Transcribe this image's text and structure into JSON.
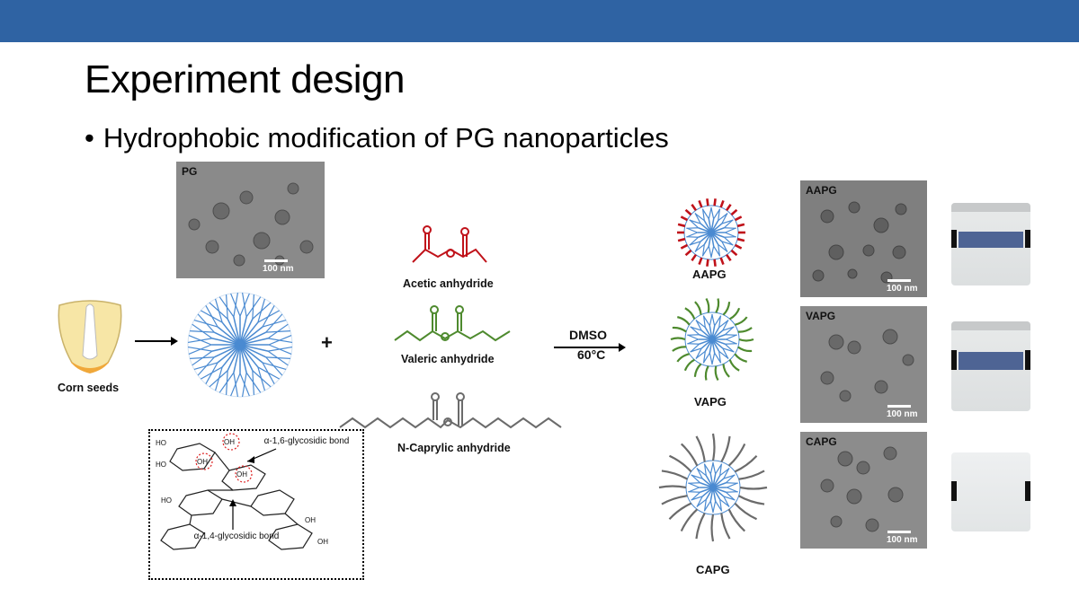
{
  "slide": {
    "title": "Experiment design",
    "bullet": "Hydrophobic modification of PG nanoparticles"
  },
  "left": {
    "pg_label": "PG",
    "pg_scale": "100 nm",
    "corn_label": "Corn seeds",
    "plus": "+"
  },
  "reagents": {
    "acetic": "Acetic anhydride",
    "valeric": "Valeric anhydride",
    "caprylic": "N-Caprylic anhydride"
  },
  "reaction": {
    "solvent": "DMSO",
    "temperature": "60°C"
  },
  "structure": {
    "bond_16": "α-1,6-glycosidic bond",
    "bond_14": "α-1,4-glycosidic bond",
    "oh": "OH",
    "ho": "HO"
  },
  "products": [
    {
      "name": "AAPG",
      "tem_label": "AAPG",
      "scale": "100 nm",
      "color": "#c0121a"
    },
    {
      "name": "VAPG",
      "tem_label": "VAPG",
      "scale": "100 nm",
      "color": "#4e8a2e"
    },
    {
      "name": "CAPG",
      "tem_label": "CAPG",
      "scale": "100 nm",
      "color": "#6b6b6b"
    }
  ],
  "colors": {
    "header_bar": "#2f63a3",
    "dendrimer": "#4a8ad1"
  }
}
